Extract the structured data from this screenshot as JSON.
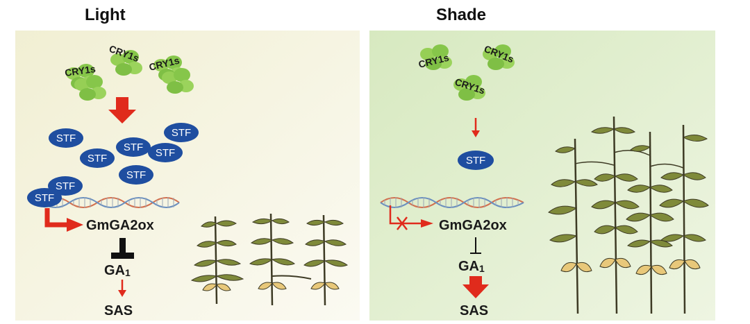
{
  "panels": {
    "light": {
      "title": "Light",
      "cry_label": "CRY1s",
      "stf_label": "STF",
      "gene": "GmGA2ox",
      "hormone": "GA",
      "hormone_sub": "1",
      "outcome": "SAS"
    },
    "shade": {
      "title": "Shade",
      "cry_label": "CRY1s",
      "stf_label": "STF",
      "gene": "GmGA2ox",
      "hormone": "GA",
      "hormone_sub": "1",
      "outcome": "SAS"
    }
  },
  "colors": {
    "light_bg": "#f5f1dc",
    "shade_bg": "#e3efd2",
    "stf_fill": "#1f4ea0",
    "cry_fill": "#8ccb4a",
    "arrow_red": "#e02b1c",
    "inhibit": "#111111",
    "plant_leaf": "#7f8a3a",
    "plant_leaf_yellow": "#e8c87a"
  }
}
